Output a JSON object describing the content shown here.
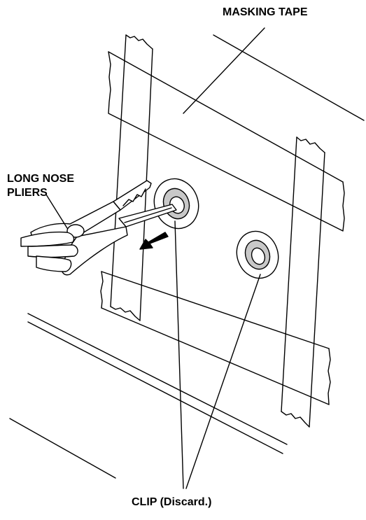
{
  "labels": {
    "masking_tape": "MASKING TAPE",
    "long_nose_pliers_line1": "LONG NOSE",
    "long_nose_pliers_line2": "PLIERS",
    "clip": "CLIP (Discard.)"
  },
  "colors": {
    "line": "#000000",
    "clip_fill": "#c8c8c8",
    "background": "#ffffff"
  }
}
